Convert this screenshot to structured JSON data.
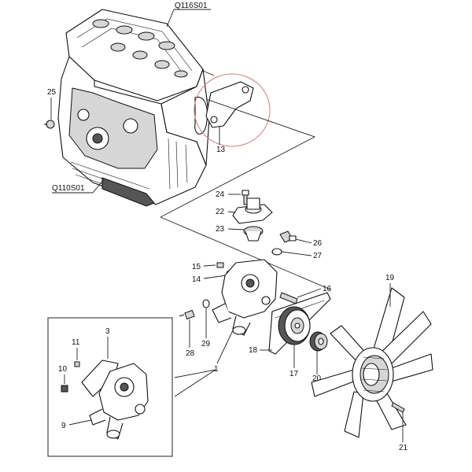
{
  "diagram": {
    "codes": {
      "head": "Q116S01",
      "block": "Q110S01"
    },
    "callouts": {
      "c1": "1",
      "c3": "3",
      "c9": "9",
      "c10": "10",
      "c11": "11",
      "c13": "13",
      "c14": "14",
      "c15": "15",
      "c16": "16",
      "c17": "17",
      "c18": "18",
      "c19": "19",
      "c20": "20",
      "c21": "21",
      "c22": "22",
      "c23": "23",
      "c24": "24",
      "c25": "25",
      "c26": "26",
      "c27": "27",
      "c28": "28",
      "c29": "29"
    },
    "colors": {
      "line": "#222222",
      "highlight": "#c98080",
      "fill_dark": "#555555",
      "fill_mid": "#d6d6d6"
    }
  }
}
